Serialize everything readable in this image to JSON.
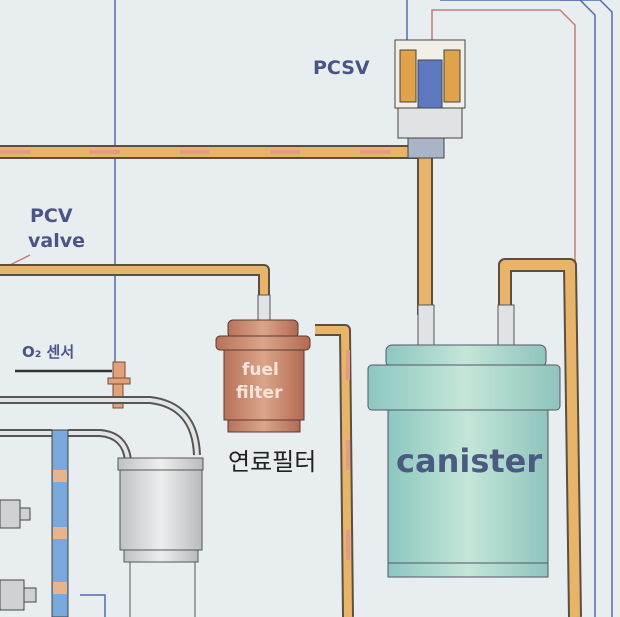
{
  "labels": {
    "pcsv": "PCSV",
    "pcv_line1": "PCV",
    "pcv_line2": "valve",
    "o2_sensor": "O₂ 센서",
    "fuel_filter_line1": "fuel",
    "fuel_filter_line2": "filter",
    "fuel_filter_handwritten": "연료필터",
    "canister": "canister"
  },
  "colors": {
    "background": "#e8edef",
    "pipe_orange": "#e8b46a",
    "pipe_pink": "#e39a86",
    "wire_blue": "#4f6db0",
    "canister": "#a8d8cc",
    "fuel_filter": "#c98567",
    "label": "#4a5488"
  }
}
